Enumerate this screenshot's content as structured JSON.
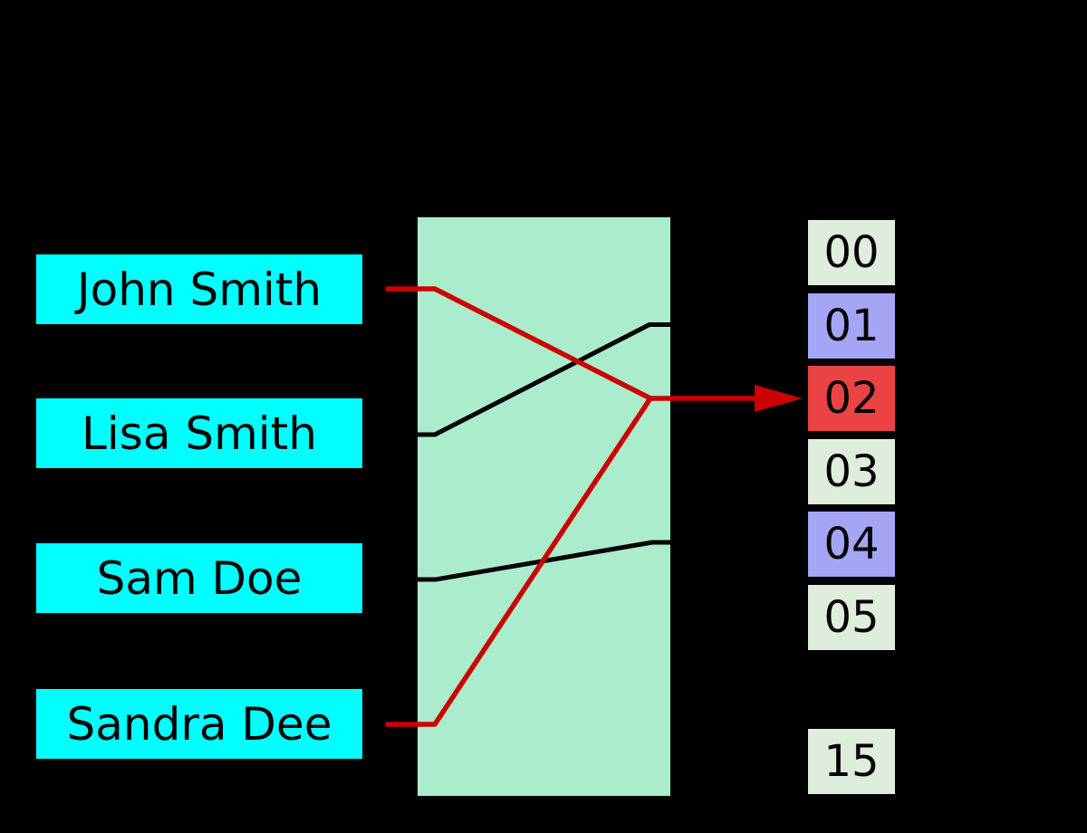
{
  "diagram": {
    "type": "hash-function-collision-diagram",
    "keys": [
      {
        "label": "John Smith"
      },
      {
        "label": "Lisa Smith"
      },
      {
        "label": "Sam Doe"
      },
      {
        "label": "Sandra Dee"
      }
    ],
    "buckets": [
      {
        "label": "00",
        "state": "empty"
      },
      {
        "label": "01",
        "state": "occupied"
      },
      {
        "label": "02",
        "state": "collision"
      },
      {
        "label": "03",
        "state": "empty"
      },
      {
        "label": "04",
        "state": "occupied"
      },
      {
        "label": "05",
        "state": "empty"
      },
      {
        "label": "15",
        "state": "empty"
      }
    ],
    "mappings": [
      {
        "from": "John Smith",
        "to": "02",
        "line": "red"
      },
      {
        "from": "Lisa Smith",
        "to": "01",
        "line": "black"
      },
      {
        "from": "Sam Doe",
        "to": "04",
        "line": "black"
      },
      {
        "from": "Sandra Dee",
        "to": "02",
        "line": "red"
      }
    ],
    "colors": {
      "background": "#000000",
      "key_box": "#00ffff",
      "hash_box": "#abeccc",
      "bucket_empty": "#dfeedc",
      "bucket_occupied": "#a5a5f5",
      "bucket_collision": "#ea4343",
      "line_black": "#000000",
      "line_red": "#cc0000",
      "text": "#000000"
    }
  }
}
